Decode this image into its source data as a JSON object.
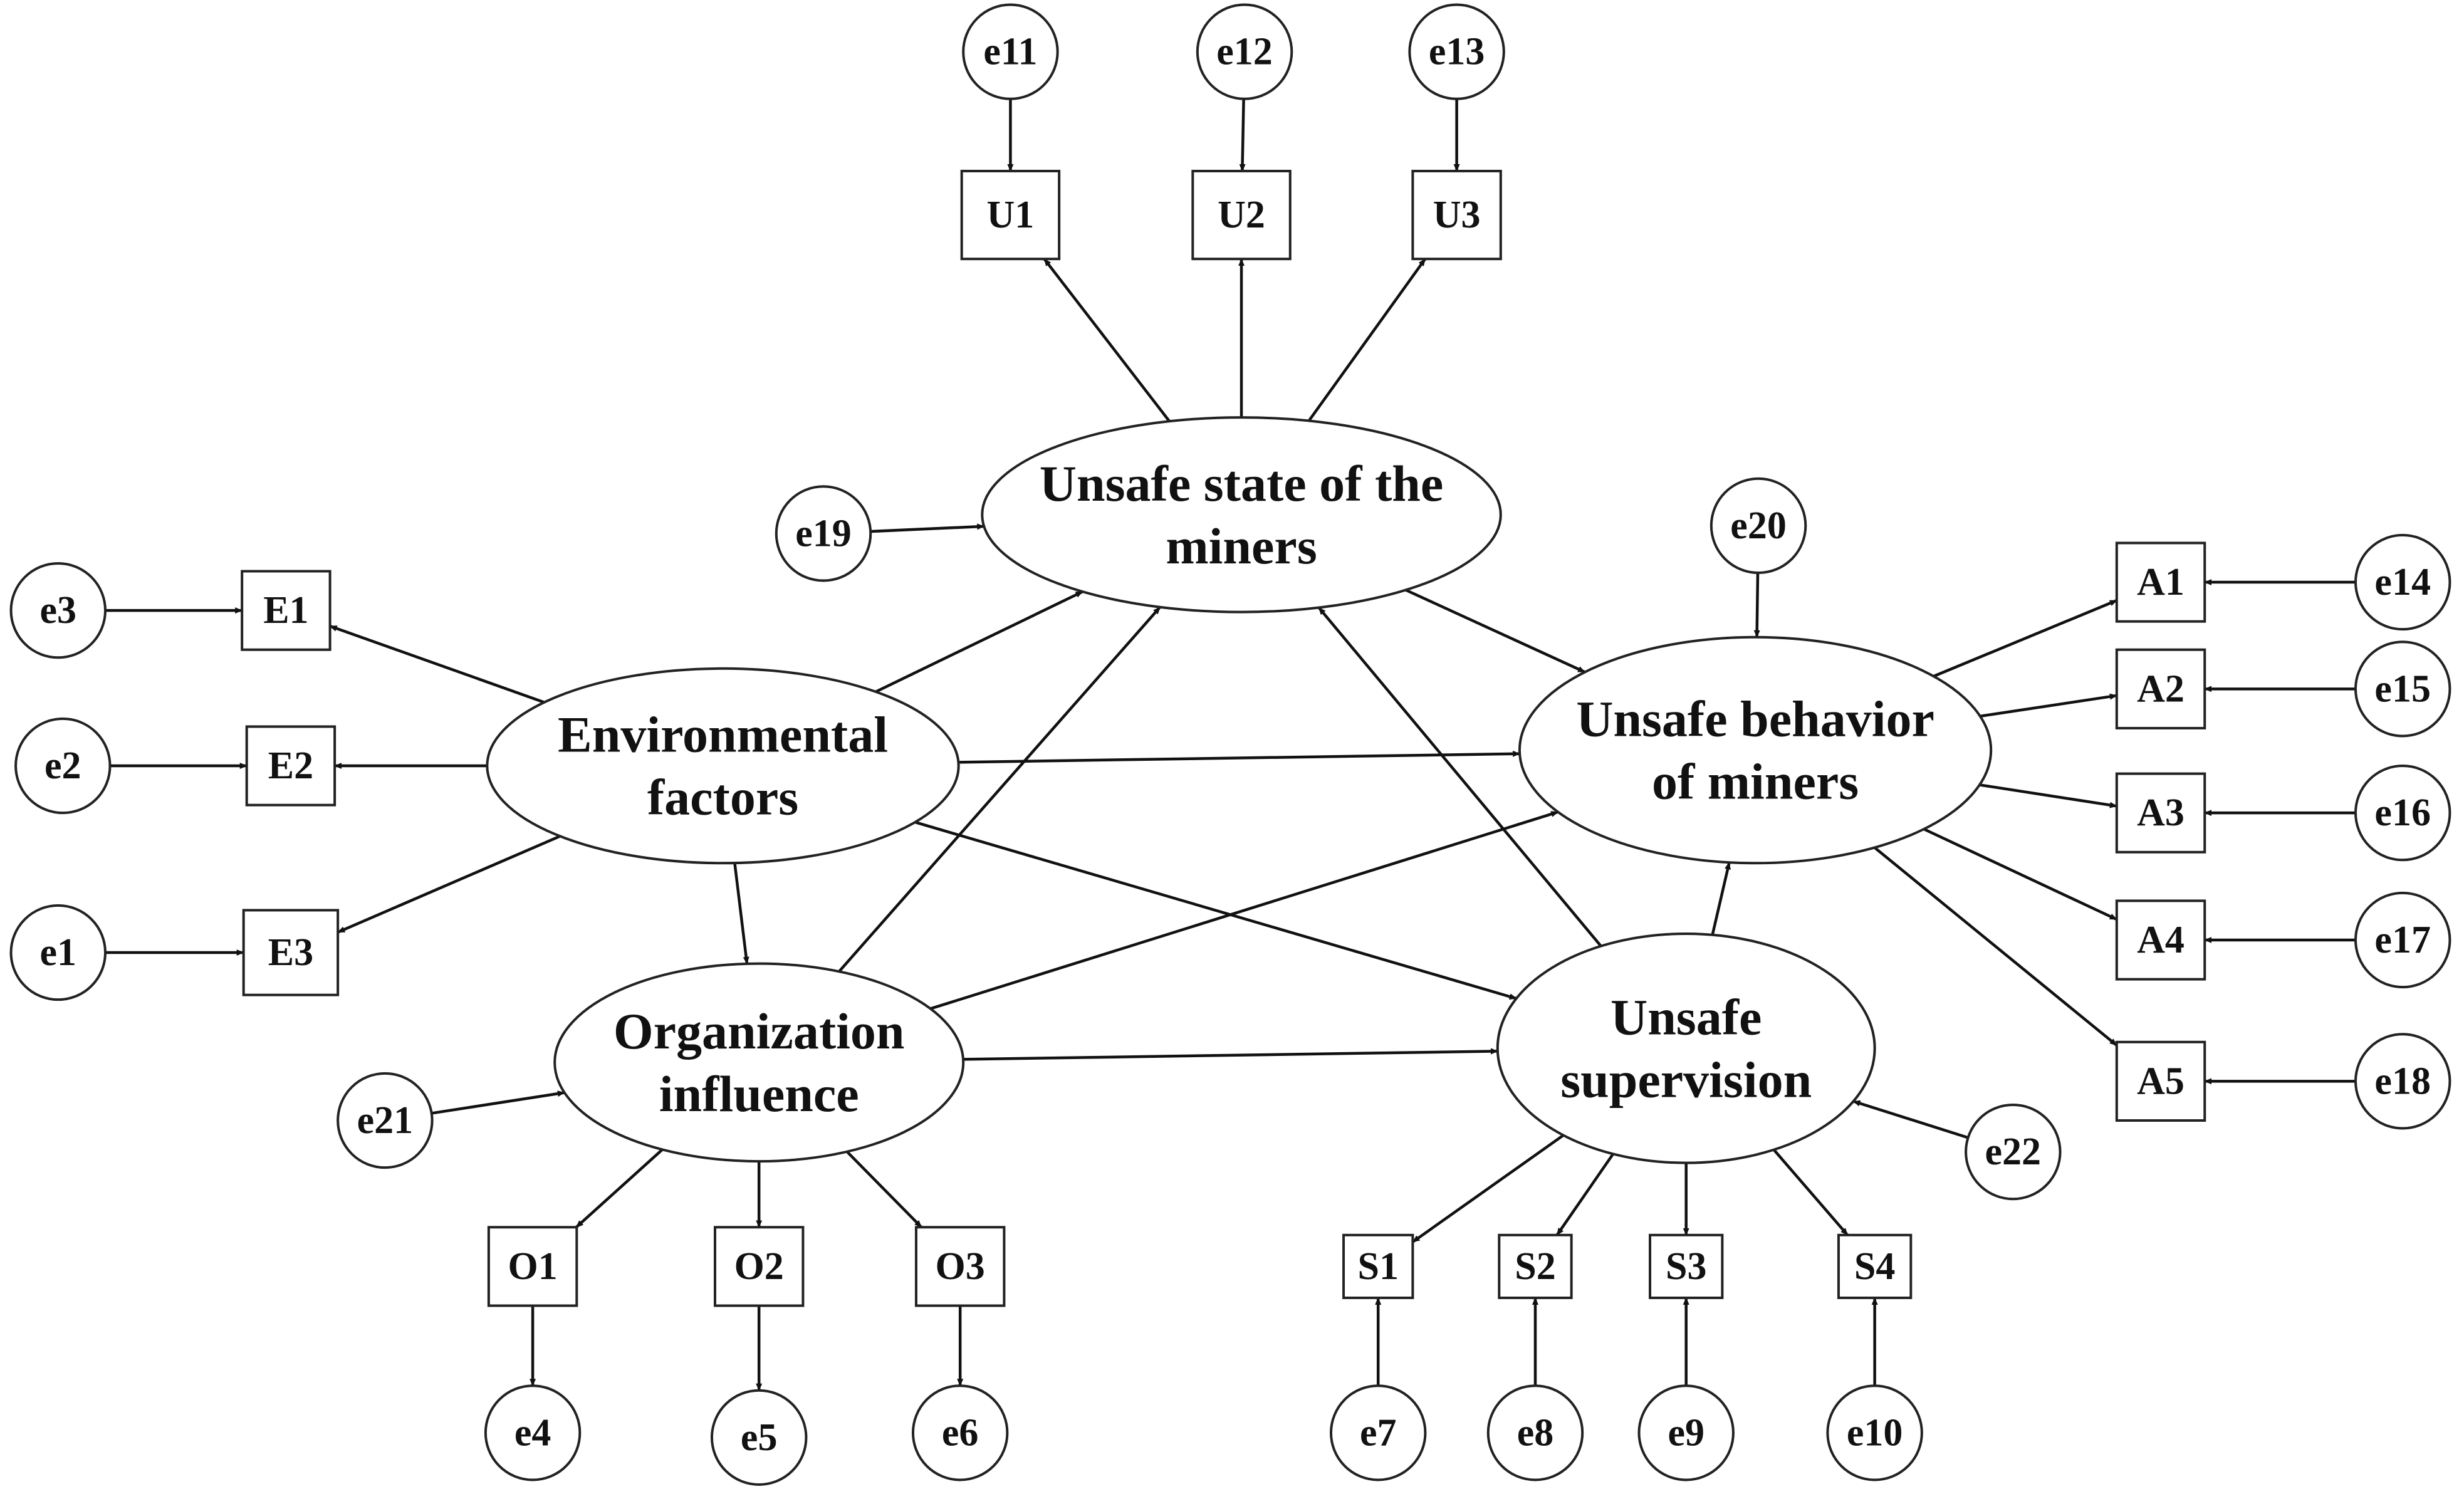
{
  "latents": [
    {
      "id": "US",
      "lines": [
        "Unsafe state of the",
        "miners"
      ]
    },
    {
      "id": "EF",
      "lines": [
        "Environmental",
        "factors"
      ]
    },
    {
      "id": "UB",
      "lines": [
        "Unsafe behavior",
        "of miners"
      ]
    },
    {
      "id": "OI",
      "lines": [
        "Organization",
        "influence"
      ]
    },
    {
      "id": "SU",
      "lines": [
        "Unsafe",
        "supervision"
      ]
    }
  ],
  "observed": [
    {
      "id": "U1",
      "label": "U1"
    },
    {
      "id": "U2",
      "label": "U2"
    },
    {
      "id": "U3",
      "label": "U3"
    },
    {
      "id": "E1",
      "label": "E1"
    },
    {
      "id": "E2",
      "label": "E2"
    },
    {
      "id": "E3",
      "label": "E3"
    },
    {
      "id": "A1",
      "label": "A1"
    },
    {
      "id": "A2",
      "label": "A2"
    },
    {
      "id": "A3",
      "label": "A3"
    },
    {
      "id": "A4",
      "label": "A4"
    },
    {
      "id": "A5",
      "label": "A5"
    },
    {
      "id": "O1",
      "label": "O1"
    },
    {
      "id": "O2",
      "label": "O2"
    },
    {
      "id": "O3",
      "label": "O3"
    },
    {
      "id": "S1",
      "label": "S1"
    },
    {
      "id": "S2",
      "label": "S2"
    },
    {
      "id": "S3",
      "label": "S3"
    },
    {
      "id": "S4",
      "label": "S4"
    }
  ],
  "errors": [
    {
      "id": "e11",
      "label": "e11"
    },
    {
      "id": "e12",
      "label": "e12"
    },
    {
      "id": "e13",
      "label": "e13"
    },
    {
      "id": "e3",
      "label": "e3"
    },
    {
      "id": "e2",
      "label": "e2"
    },
    {
      "id": "e1",
      "label": "e1"
    },
    {
      "id": "e19",
      "label": "e19"
    },
    {
      "id": "e20",
      "label": "e20"
    },
    {
      "id": "e21",
      "label": "e21"
    },
    {
      "id": "e22",
      "label": "e22"
    },
    {
      "id": "e14",
      "label": "e14"
    },
    {
      "id": "e15",
      "label": "e15"
    },
    {
      "id": "e16",
      "label": "e16"
    },
    {
      "id": "e17",
      "label": "e17"
    },
    {
      "id": "e18",
      "label": "e18"
    },
    {
      "id": "e4",
      "label": "e4"
    },
    {
      "id": "e5",
      "label": "e5"
    },
    {
      "id": "e6",
      "label": "e6"
    },
    {
      "id": "e7",
      "label": "e7"
    },
    {
      "id": "e8",
      "label": "e8"
    },
    {
      "id": "e9",
      "label": "e9"
    },
    {
      "id": "e10",
      "label": "e10"
    }
  ],
  "edges": [
    {
      "from": "e11",
      "to": "U1"
    },
    {
      "from": "e12",
      "to": "U2"
    },
    {
      "from": "e13",
      "to": "U3"
    },
    {
      "from": "US",
      "to": "U1"
    },
    {
      "from": "US",
      "to": "U2"
    },
    {
      "from": "US",
      "to": "U3"
    },
    {
      "from": "e3",
      "to": "E1"
    },
    {
      "from": "e2",
      "to": "E2"
    },
    {
      "from": "e1",
      "to": "E3"
    },
    {
      "from": "EF",
      "to": "E1"
    },
    {
      "from": "EF",
      "to": "E2"
    },
    {
      "from": "EF",
      "to": "E3"
    },
    {
      "from": "e19",
      "to": "US"
    },
    {
      "from": "e20",
      "to": "UB"
    },
    {
      "from": "e21",
      "to": "OI"
    },
    {
      "from": "e22",
      "to": "SU"
    },
    {
      "from": "EF",
      "to": "US"
    },
    {
      "from": "EF",
      "to": "UB"
    },
    {
      "from": "EF",
      "to": "SU"
    },
    {
      "from": "EF",
      "to": "OI"
    },
    {
      "from": "US",
      "to": "UB"
    },
    {
      "from": "OI",
      "to": "US"
    },
    {
      "from": "OI",
      "to": "UB"
    },
    {
      "from": "OI",
      "to": "SU"
    },
    {
      "from": "SU",
      "to": "US"
    },
    {
      "from": "SU",
      "to": "UB"
    },
    {
      "from": "UB",
      "to": "A1"
    },
    {
      "from": "UB",
      "to": "A2"
    },
    {
      "from": "UB",
      "to": "A3"
    },
    {
      "from": "UB",
      "to": "A4"
    },
    {
      "from": "UB",
      "to": "A5"
    },
    {
      "from": "e14",
      "to": "A1"
    },
    {
      "from": "e15",
      "to": "A2"
    },
    {
      "from": "e16",
      "to": "A3"
    },
    {
      "from": "e17",
      "to": "A4"
    },
    {
      "from": "e18",
      "to": "A5"
    },
    {
      "from": "OI",
      "to": "O1"
    },
    {
      "from": "OI",
      "to": "O2"
    },
    {
      "from": "OI",
      "to": "O3"
    },
    {
      "from": "O1",
      "to": "e4"
    },
    {
      "from": "O2",
      "to": "e5"
    },
    {
      "from": "O3",
      "to": "e6"
    },
    {
      "from": "SU",
      "to": "S1"
    },
    {
      "from": "SU",
      "to": "S2"
    },
    {
      "from": "SU",
      "to": "S3"
    },
    {
      "from": "SU",
      "to": "S4"
    },
    {
      "from": "e7",
      "to": "S1"
    },
    {
      "from": "e8",
      "to": "S2"
    },
    {
      "from": "e9",
      "to": "S3"
    },
    {
      "from": "e10",
      "to": "S4"
    }
  ]
}
